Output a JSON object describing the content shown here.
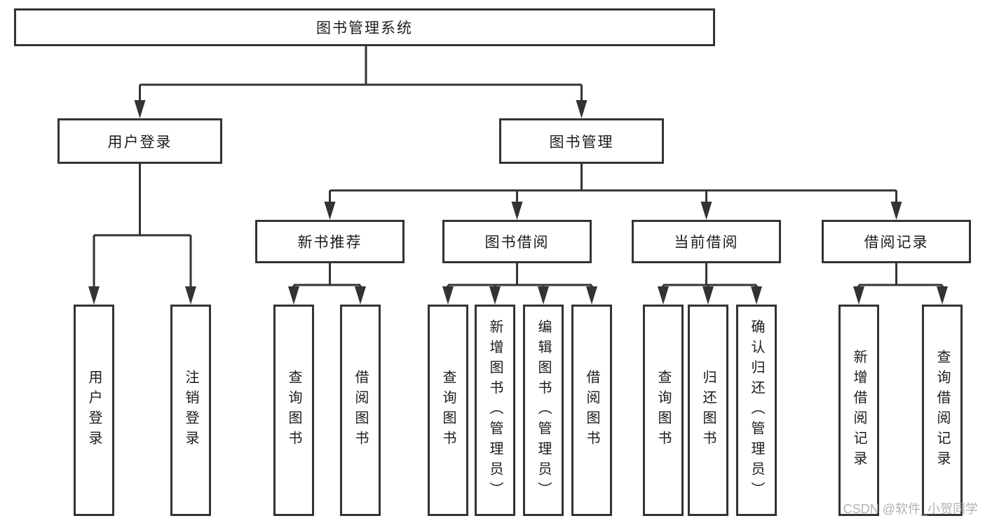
{
  "diagram_title": "图书管理系统",
  "tree": {
    "root": {
      "label": "图书管理系统"
    },
    "branches": [
      {
        "label": "用户登录",
        "children": [
          {
            "label": "用户登录"
          },
          {
            "label": "注销登录"
          }
        ]
      },
      {
        "label": "图书管理",
        "sections": [
          {
            "label": "新书推荐",
            "children": [
              {
                "label": "查询图书"
              },
              {
                "label": "借阅图书"
              }
            ]
          },
          {
            "label": "图书借阅",
            "children": [
              {
                "label": "查询图书"
              },
              {
                "label": "新增图书（管理员）"
              },
              {
                "label": "编辑图书（管理员）"
              },
              {
                "label": "借阅图书"
              }
            ]
          },
          {
            "label": "当前借阅",
            "children": [
              {
                "label": "查询图书"
              },
              {
                "label": "归还图书"
              },
              {
                "label": "确认归还（管理员）"
              }
            ]
          },
          {
            "label": "借阅记录",
            "children": [
              {
                "label": "新增借阅记录"
              },
              {
                "label": "查询借阅记录"
              }
            ]
          }
        ]
      }
    ]
  },
  "watermark": {
    "text": "CSDN @软件_小贺同学"
  },
  "colors": {
    "line": "#333333",
    "box_border": "#333333",
    "text": "#1c1c1c",
    "watermark": "#a9a9a9",
    "background": "#ffffff"
  }
}
